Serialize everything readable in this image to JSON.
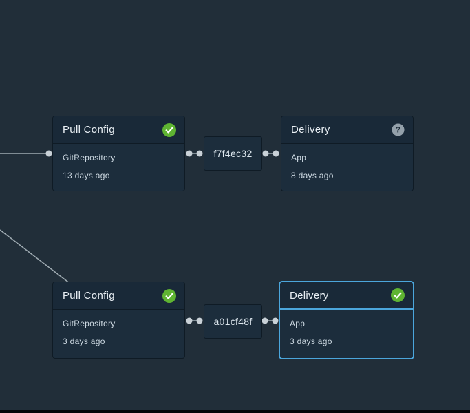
{
  "view": {
    "name": "supply-chain-pipeline-graph",
    "background_color": "#212e39",
    "selection_color": "#4ba6dc",
    "status_colors": {
      "success": "#5fb432",
      "unknown": "#93a0aa"
    }
  },
  "nodes": [
    {
      "title": "Pull Config",
      "status": "success",
      "resource": "GitRepository",
      "updated": "13 days ago"
    },
    {
      "label": "f7f4ec32"
    },
    {
      "title": "Delivery",
      "status": "unknown",
      "resource": "App",
      "updated": "8 days ago"
    },
    {
      "title": "Pull Config",
      "status": "success",
      "resource": "GitRepository",
      "updated": "3 days ago"
    },
    {
      "label": "a01cf48f"
    },
    {
      "title": "Delivery",
      "status": "success",
      "resource": "App",
      "updated": "3 days ago",
      "selected": true
    }
  ]
}
